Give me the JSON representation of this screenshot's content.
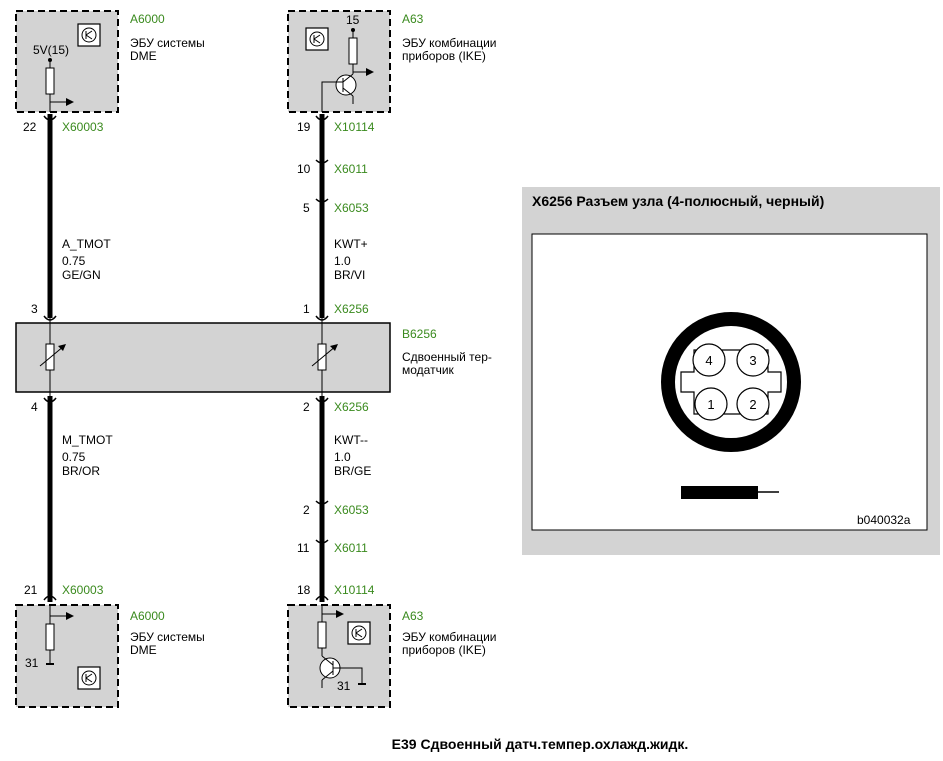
{
  "colors": {
    "connector_label": "#3a8a1e",
    "box_fill": "#d3d3d3",
    "wire": "#000000"
  },
  "modules": {
    "dme_top": {
      "id": "A6000",
      "name1": "ЭБУ системы",
      "name2": "DME",
      "supply": "5V(15)"
    },
    "ike_top": {
      "id": "A63",
      "name1": "ЭБУ комбинации",
      "name2": "приборов (IKE)",
      "supply": "15"
    },
    "dme_bottom": {
      "id": "A6000",
      "name1": "ЭБУ системы",
      "name2": "DME",
      "ground": "31"
    },
    "ike_bottom": {
      "id": "A63",
      "name1": "ЭБУ комбинации",
      "name2": "приборов (IKE)",
      "ground": "31"
    }
  },
  "left_wire": {
    "top_pin": "22",
    "top_conn": "X60003",
    "signal_top": "A_TMOT",
    "gauge_top": "0.75",
    "color_top": "GE/GN",
    "sensor_top_pin": "3",
    "sensor_bottom_pin": "4",
    "signal_bottom": "M_TMOT",
    "gauge_bottom": "0.75",
    "color_bottom": "BR/OR",
    "bottom_pin": "21",
    "bottom_conn": "X60003"
  },
  "right_wire": {
    "top": [
      {
        "pin": "19",
        "conn": "X10114"
      },
      {
        "pin": "10",
        "conn": "X6011"
      },
      {
        "pin": "5",
        "conn": "X6053"
      }
    ],
    "signal_top": "KWT+",
    "gauge_top": "1.0",
    "color_top": "BR/VI",
    "sensor_top_pin": "1",
    "sensor_top_conn": "X6256",
    "sensor_bottom_pin": "2",
    "sensor_bottom_conn": "X6256",
    "signal_bottom": "KWT--",
    "gauge_bottom": "1.0",
    "color_bottom": "BR/GE",
    "bottom": [
      {
        "pin": "2",
        "conn": "X6053"
      },
      {
        "pin": "11",
        "conn": "X6011"
      },
      {
        "pin": "18",
        "conn": "X10114"
      }
    ]
  },
  "sensor": {
    "id": "B6256",
    "name1": "Сдвоенный тер-",
    "name2": "модатчик"
  },
  "connector_panel": {
    "title": "X6256 Разъем узла (4-полюсный, черный)",
    "pins": [
      "4",
      "3",
      "1",
      "2"
    ],
    "figure_id": "b040032a"
  },
  "caption": "E39 Сдвоенный датч.темпер.охлажд.жидк."
}
